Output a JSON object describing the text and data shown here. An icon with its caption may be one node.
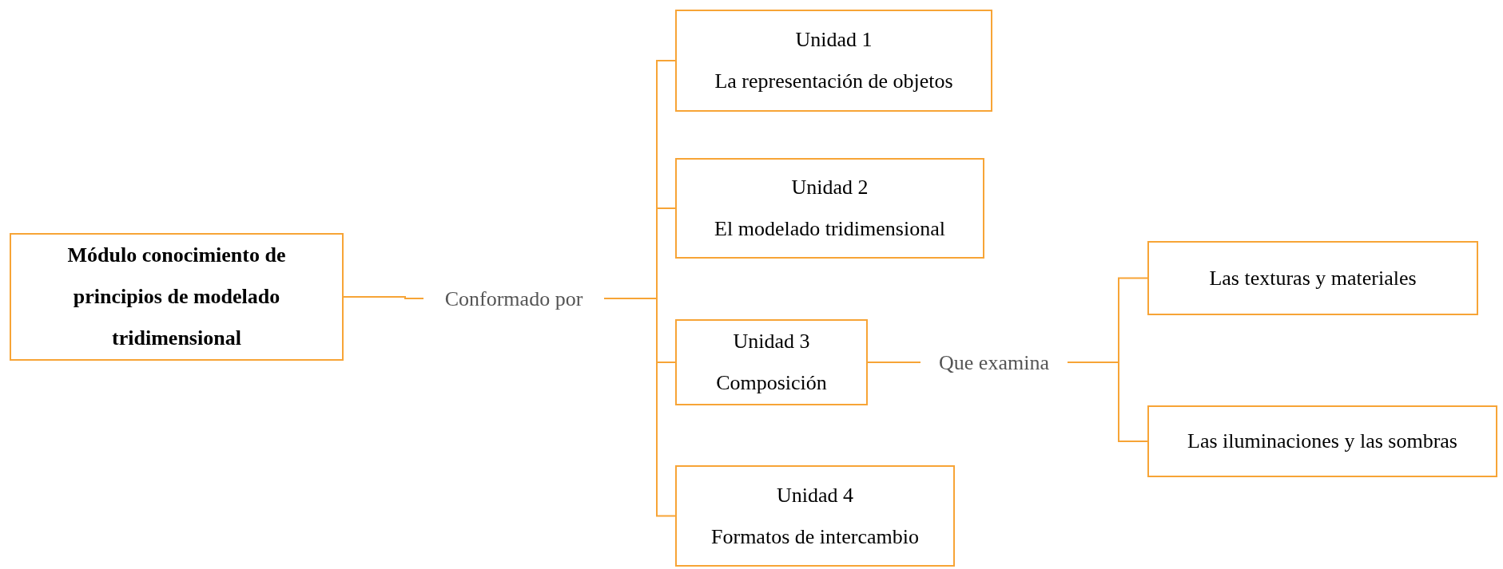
{
  "diagram": {
    "nodes": [
      {
        "text": [
          "Módulo conocimiento de principios de modelado tridimensional"
        ]
      },
      {
        "text": [
          "Conformado por"
        ]
      },
      {
        "text": [
          "Unidad 1",
          "La representación de objetos"
        ]
      },
      {
        "text": [
          "Unidad 2",
          "El modelado tridimensional"
        ]
      },
      {
        "text": [
          "Unidad 3",
          "Composición"
        ]
      },
      {
        "text": [
          "Unidad 4",
          "Formatos de intercambio"
        ]
      },
      {
        "text": [
          "Que examina"
        ]
      },
      {
        "text": [
          "Las texturas y materiales"
        ]
      },
      {
        "text": [
          "Las iluminaciones y las sombras"
        ]
      }
    ],
    "edges": [
      {
        "from": 0,
        "to": 1,
        "arrow": "none"
      },
      {
        "from": 1,
        "to": 2,
        "arrow": "none"
      },
      {
        "from": 1,
        "to": 3,
        "arrow": "none"
      },
      {
        "from": 1,
        "to": 4,
        "arrow": "none"
      },
      {
        "from": 1,
        "to": 5,
        "arrow": "none"
      },
      {
        "from": 4,
        "to": 6,
        "arrow": "none"
      },
      {
        "from": 6,
        "to": 7,
        "arrow": "none"
      },
      {
        "from": 6,
        "to": 8,
        "arrow": "none"
      }
    ]
  }
}
